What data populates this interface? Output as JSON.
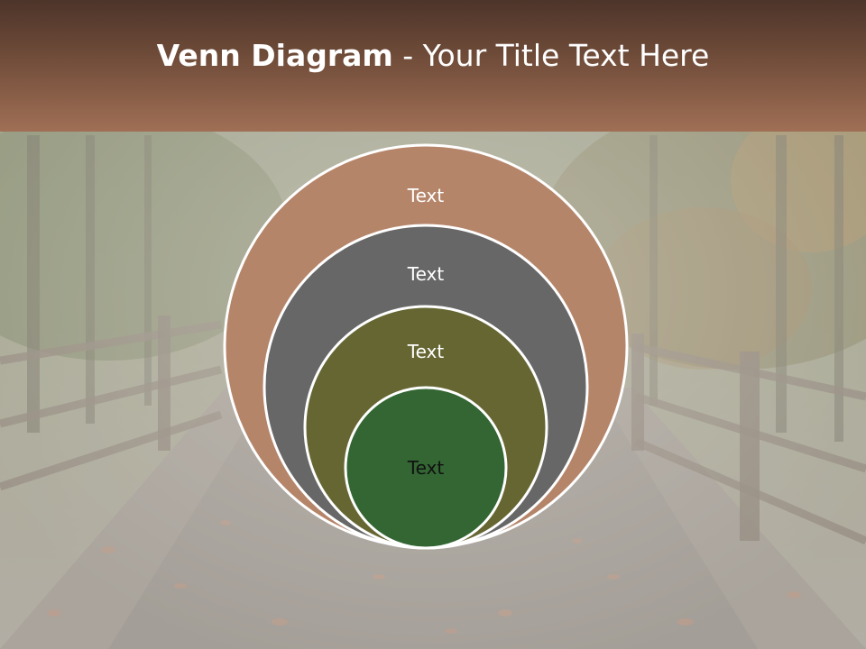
{
  "title": {
    "bold": "Venn Diagram",
    "rest": " - Your Title Text Here"
  },
  "diagram": {
    "circles": [
      {
        "label": "Text",
        "fill": "#b5856a",
        "text_color": "#ffffff"
      },
      {
        "label": "Text",
        "fill": "#676767",
        "text_color": "#ffffff"
      },
      {
        "label": "Text",
        "fill": "#666633",
        "text_color": "#ffffff"
      },
      {
        "label": "Text",
        "fill": "#336633",
        "text_color": "#111111"
      }
    ],
    "outline_color": "#ffffff"
  },
  "colors": {
    "header_dark": "#4d342a",
    "header_light": "#a06f55"
  }
}
